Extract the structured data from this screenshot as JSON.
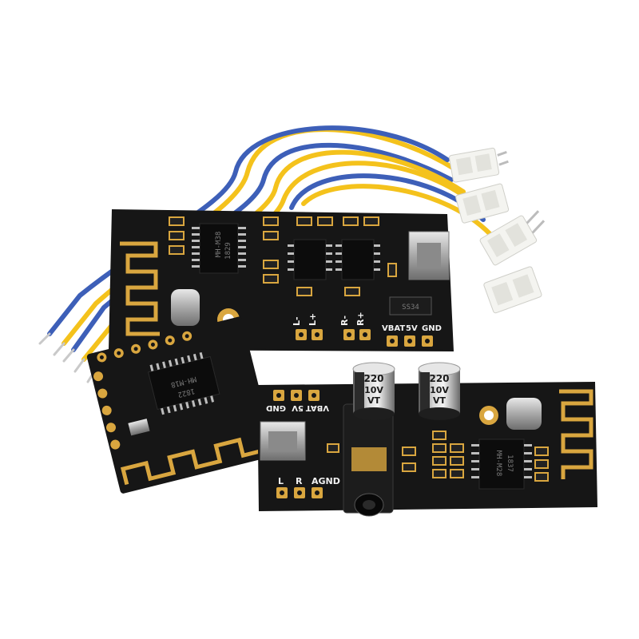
{
  "photo": {
    "background": "#ffffff",
    "colors": {
      "pcb": "#161616",
      "gold": "#d9a63f",
      "wire_yellow": "#f4c21c",
      "wire_blue": "#3d5fb8",
      "connector": "#f4f4f0"
    }
  },
  "board_top": {
    "chip_label_1": "MH-M38",
    "chip_label_2": "1829",
    "diode_label": "SS34",
    "pin_labels": [
      "L-",
      "L+",
      "R-",
      "R+",
      "VBAT",
      "5V",
      "GND"
    ]
  },
  "board_small": {
    "chip_label_1": "MH-M18",
    "chip_label_2": "1822"
  },
  "board_bottom": {
    "pin_labels_top": [
      "VBAT",
      "5V",
      "GND"
    ],
    "pin_labels_bottom": [
      "L",
      "R",
      "AGND"
    ],
    "cap1": [
      "220",
      "10V",
      "VT"
    ],
    "cap2": [
      "220",
      "10V",
      "VT"
    ],
    "chip_label_1": "MH-M28",
    "chip_label_2": "1837"
  }
}
